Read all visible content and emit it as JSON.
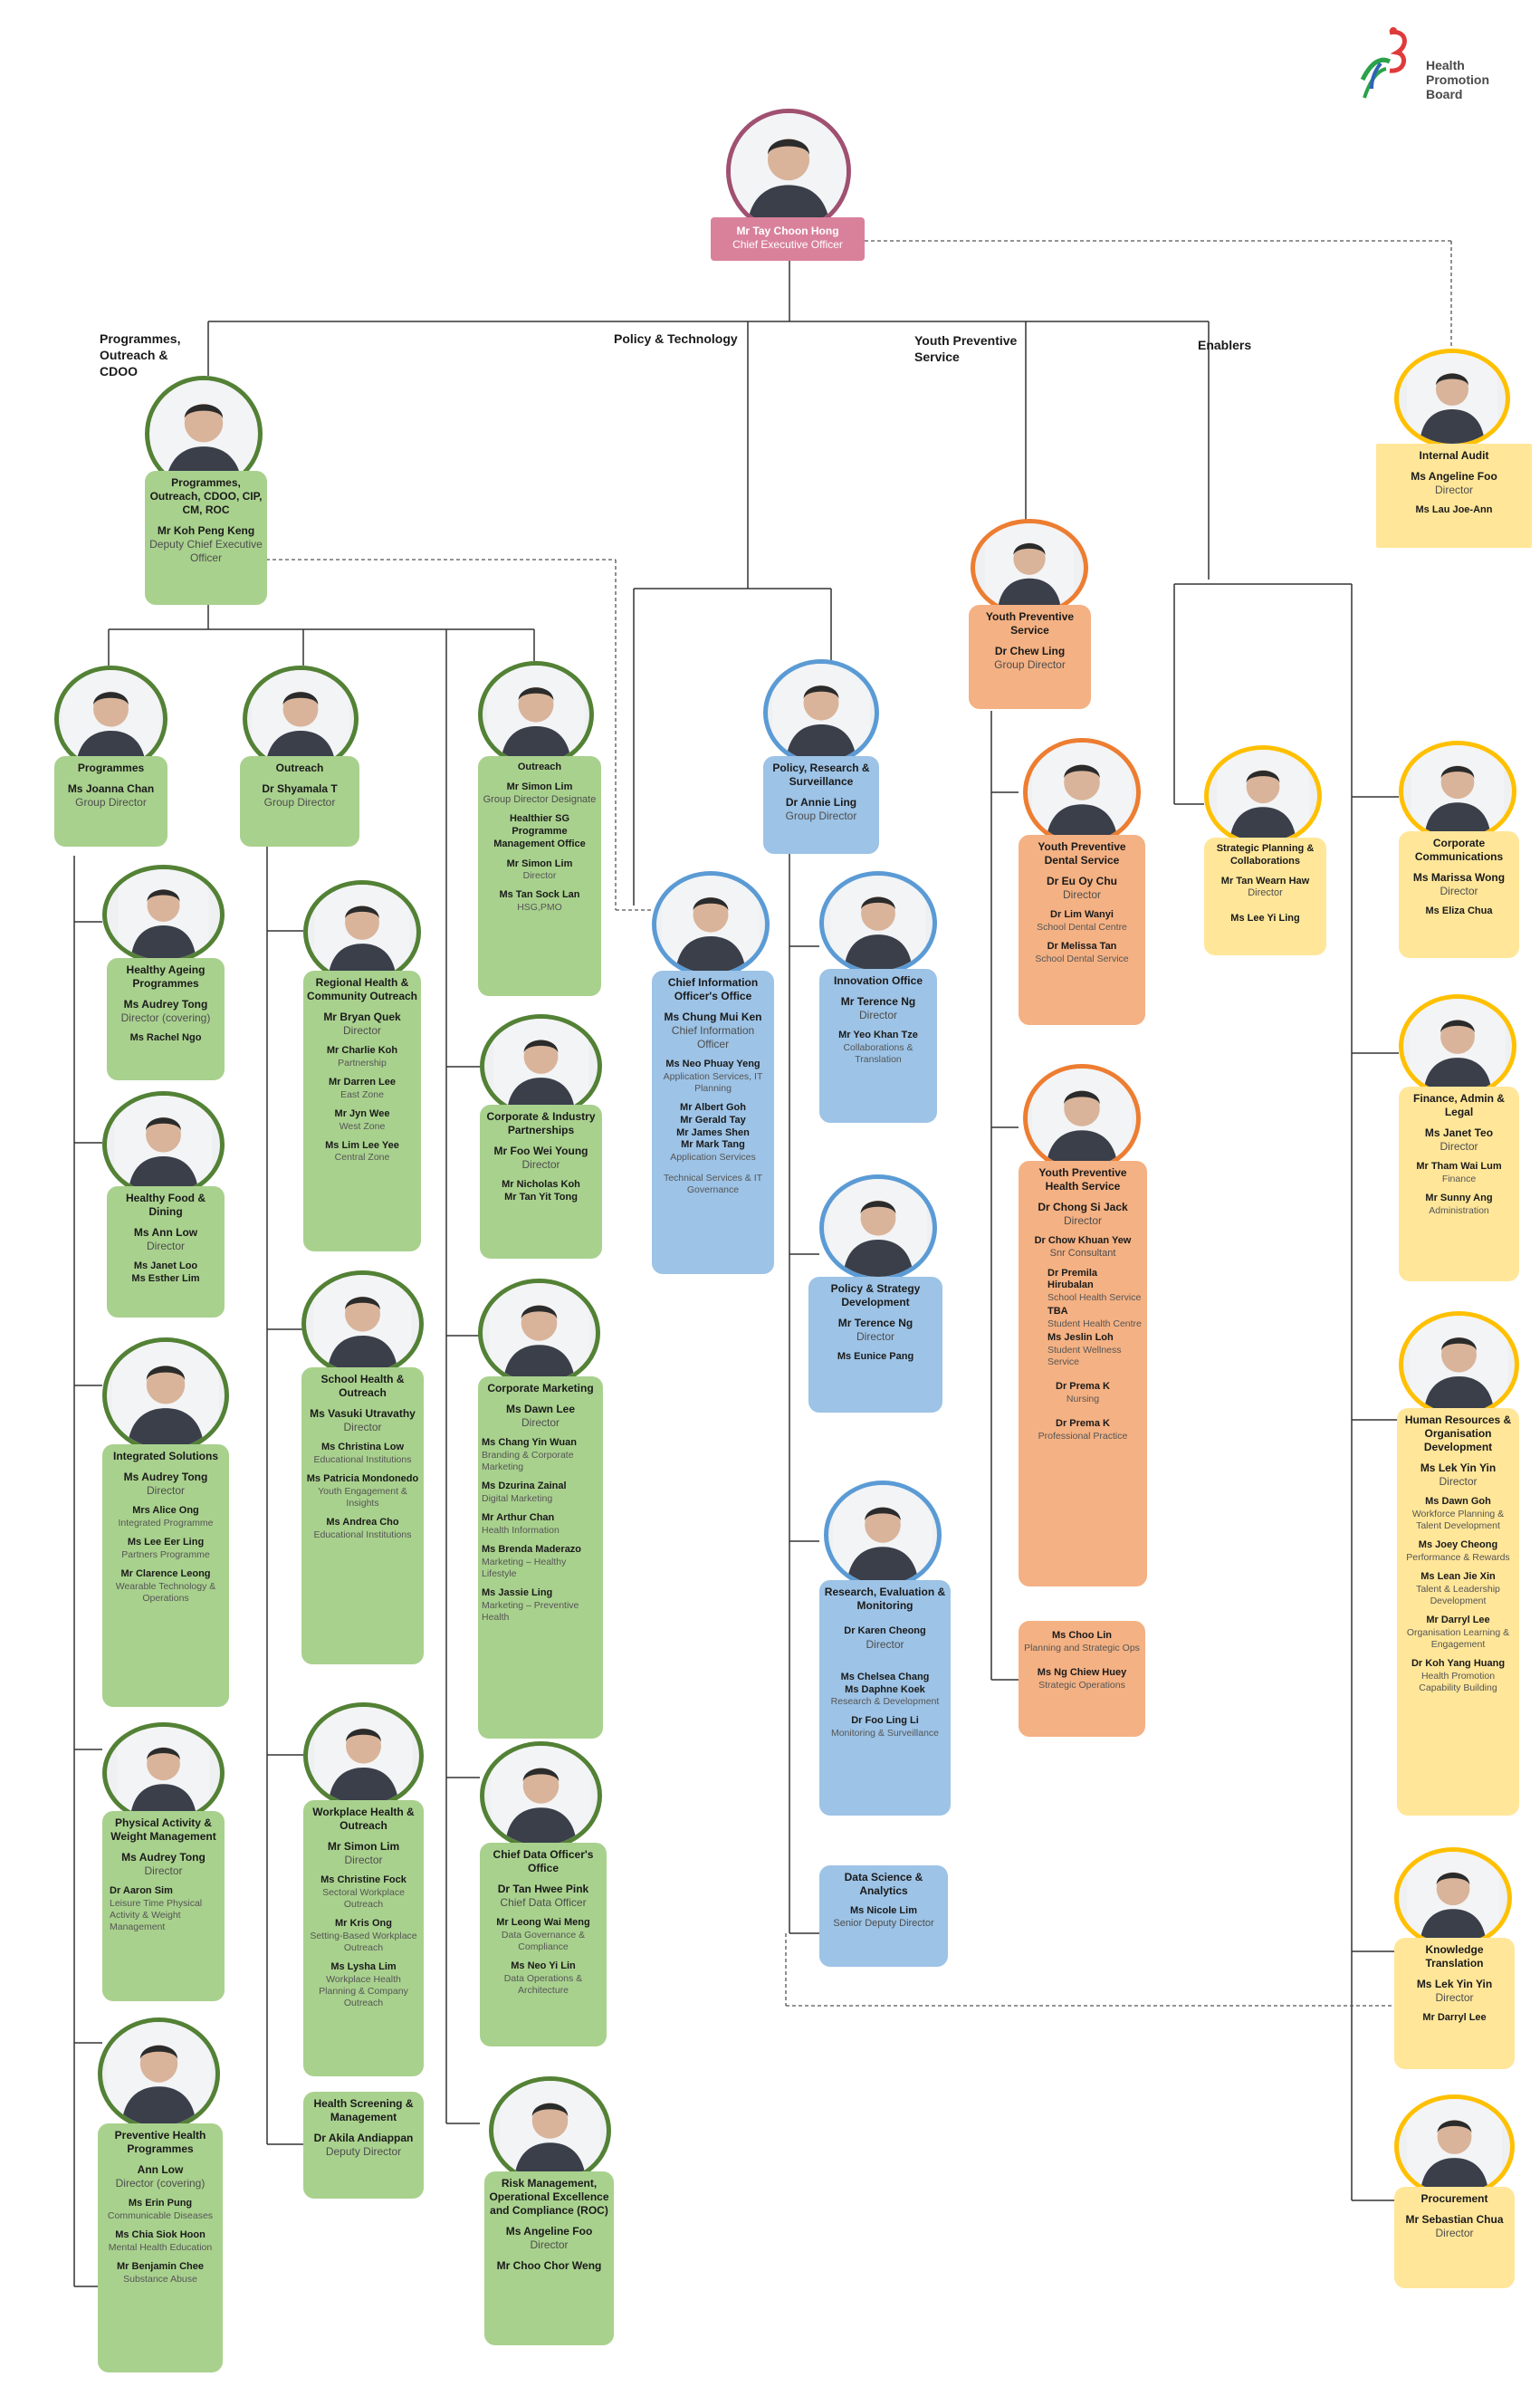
{
  "logo": {
    "line1": "Health",
    "line2": "Promotion",
    "line3": "Board",
    "icon": "hpb-logo-icon"
  },
  "sections": {
    "programmes": "Programmes, Outreach & CDOO",
    "policy": "Policy & Technology",
    "youth": "Youth Preventive Service",
    "enablers": "Enablers"
  },
  "ceo": {
    "name": "Mr Tay Choon Hong",
    "role": "Chief Executive Officer"
  },
  "audit": {
    "title": "Internal Audit",
    "name": "Ms Angeline Foo",
    "role": "Director",
    "sub1": "Ms Lau Joe-Ann"
  },
  "dceo": {
    "title": "Programmes, Outreach, CDOO, CIP, CM, ROC",
    "name": "Mr Koh Peng Keng",
    "role": "Deputy Chief Executive Officer"
  },
  "programmes": {
    "title": "Programmes",
    "name": "Ms Joanna Chan",
    "role": "Group Director"
  },
  "outreach": {
    "title": "Outreach",
    "name": "Dr Shyamala T",
    "role": "Group Director"
  },
  "outreach2": {
    "title": "Outreach",
    "name": "Mr Simon Lim",
    "role": "Group Director Designate",
    "sub1": "Healthier SG Programme Management Office",
    "sub2": "Mr Simon Lim",
    "sub2r": "Director",
    "sub3": "Ms Tan Sock Lan",
    "sub3r": "HSG,PMO"
  },
  "ageing": {
    "title": "Healthy Ageing Programmes",
    "name": "Ms Audrey Tong",
    "role": "Director (covering)",
    "sub1": "Ms Rachel Ngo"
  },
  "food": {
    "title": "Healthy Food & Dining",
    "name": "Ms Ann Low",
    "role": "Director",
    "sub1": "Ms Janet Loo",
    "sub2": "Ms Esther Lim"
  },
  "integrated": {
    "title": "Integrated Solutions",
    "name": "Ms Audrey Tong",
    "role": "Director",
    "s1": "Mrs Alice Ong",
    "s1r": "Integrated Programme",
    "s2": "Ms Lee Eer Ling",
    "s2r": "Partners Programme",
    "s3": "Mr Clarence Leong",
    "s3r": "Wearable Technology & Operations"
  },
  "physical": {
    "title": "Physical Activity & Weight Management",
    "name": "Ms Audrey Tong",
    "role": "Director",
    "s1": "Dr Aaron Sim",
    "s1r": "Leisure Time Physical Activity & Weight Management"
  },
  "preventive": {
    "title": "Preventive Health Programmes",
    "name": "Ann Low",
    "role": "Director (covering)",
    "s1": "Ms Erin Pung",
    "s1r": "Communicable Diseases",
    "s2": "Ms Chia Siok Hoon",
    "s2r": "Mental Health Education",
    "s3": "Mr Benjamin Chee",
    "s3r": "Substance Abuse"
  },
  "regional": {
    "title": "Regional Health & Community Outreach",
    "name": "Mr Bryan Quek",
    "role": "Director",
    "s1": "Mr Charlie Koh",
    "s1r": "Partnership",
    "s2": "Mr Darren Lee",
    "s2r": "East Zone",
    "s3": "Mr Jyn Wee",
    "s3r": "West Zone",
    "s4": "Ms Lim Lee Yee",
    "s4r": "Central Zone"
  },
  "school": {
    "title": "School Health & Outreach",
    "name": "Ms Vasuki Utravathy",
    "role": "Director",
    "s1": "Ms Christina Low",
    "s1r": "Educational Institutions",
    "s2": "Ms Patricia Mondonedo",
    "s2r": "Youth Engagement & Insights",
    "s3": "Ms Andrea Cho",
    "s3r": "Educational Institutions"
  },
  "workplace": {
    "title": "Workplace Health & Outreach",
    "name": "Mr Simon Lim",
    "role": "Director",
    "s1": "Ms Christine Fock",
    "s1r": "Sectoral Workplace Outreach",
    "s2": "Mr Kris Ong",
    "s2r": "Setting-Based Workplace Outreach",
    "s3": "Ms Lysha Lim",
    "s3r": "Workplace Health Planning & Company Outreach"
  },
  "screening": {
    "title": "Health Screening & Management",
    "name": "Dr Akila Andiappan",
    "role": "Deputy Director"
  },
  "corpind": {
    "title": "Corporate & Industry Partnerships",
    "name": "Mr Foo Wei Young",
    "role": "Director",
    "s1": "Mr Nicholas Koh",
    "s2": "Mr Tan Yit Tong"
  },
  "corpmkt": {
    "title": "Corporate Marketing",
    "name": "Ms Dawn Lee",
    "role": "Director",
    "s1": "Ms Chang Yin Wuan",
    "s1r": "Branding & Corporate Marketing",
    "s2": "Ms Dzurina Zainal",
    "s2r": "Digital Marketing",
    "s3": "Mr Arthur Chan",
    "s3r": "Health Information",
    "s4": "Ms Brenda Maderazo",
    "s4r": "Marketing – Healthy Lifestyle",
    "s5": "Ms Jassie Ling",
    "s5r": "Marketing – Preventive Health"
  },
  "cdo": {
    "title": "Chief Data Officer's Office",
    "name": "Dr Tan Hwee Pink",
    "role": "Chief Data Officer",
    "s1": "Mr Leong Wai Meng",
    "s1r": "Data Governance & Compliance",
    "s2": "Ms Neo Yi Lin",
    "s2r": "Data Operations & Architecture"
  },
  "roc": {
    "title": "Risk Management, Operational Excellence and Compliance (ROC)",
    "name": "Ms Angeline Foo",
    "role": "Director",
    "s1": "Mr Choo Chor Weng"
  },
  "cio": {
    "title": "Chief Information Officer's Office",
    "name": "Ms Chung Mui Ken",
    "role": "Chief Information Officer",
    "s1": "Ms Neo Phuay Yeng",
    "s1r": "Application Services, IT Planning",
    "s2": "Mr Albert Goh",
    "s3": "Mr Gerald Tay",
    "s4": "Mr James Shen",
    "s5": "Mr Mark Tang",
    "s5r": "Application Services",
    "s6r": "Technical Services & IT Governance"
  },
  "prs": {
    "title": "Policy, Research & Surveillance",
    "name": "Dr Annie Ling",
    "role": "Group Director"
  },
  "innovation": {
    "title": "Innovation Office",
    "name": "Mr Terence Ng",
    "role": "Director",
    "s1": "Mr Yeo Khan Tze",
    "s1r": "Collaborations & Translation"
  },
  "policydev": {
    "title": "Policy & Strategy Development",
    "name": "Mr Terence Ng",
    "role": "Director",
    "s1": "Ms Eunice Pang"
  },
  "research": {
    "title": "Research, Evaluation & Monitoring",
    "name": "Dr Karen Cheong",
    "role": "Director",
    "s1": "Ms Chelsea Chang",
    "s2": "Ms Daphne Koek",
    "s2r": "Research & Development",
    "s3": "Dr Foo Ling Li",
    "s3r": "Monitoring & Surveillance"
  },
  "datasci": {
    "title": "Data Science & Analytics",
    "name": "Ms Nicole Lim",
    "role": "Senior Deputy Director"
  },
  "yps": {
    "title": "Youth Preventive Service",
    "name": "Dr Chew Ling",
    "role": "Group Director"
  },
  "dental": {
    "title": "Youth Preventive Dental Service",
    "name": "Dr Eu Oy Chu",
    "role": "Director",
    "s1": "Dr Lim Wanyi",
    "s1r": "School Dental Centre",
    "s2": "Dr Melissa Tan",
    "s2r": "School Dental Service"
  },
  "yhs": {
    "title": "Youth Preventive Health Service",
    "name": "Dr Chong Si Jack",
    "role": "Director",
    "s1": "Dr Chow Khuan Yew",
    "s1r": "Snr Consultant",
    "s2": "Dr Premila Hirubalan",
    "s2r": "School Health Service",
    "s3": "TBA",
    "s3r": "Student Health Centre",
    "s4": "Ms Jeslin Loh",
    "s4r": "Student Wellness Service",
    "s5": "Dr Prema K",
    "s5r": "Nursing",
    "s6": "Dr Prema K",
    "s6r": "Professional Practice"
  },
  "planops": {
    "s1": "Ms Choo Lin",
    "s1r": "Planning and Strategic Ops",
    "s2": "Ms Ng Chiew Huey",
    "s2r": "Strategic Operations"
  },
  "strategic": {
    "title": "Strategic Planning & Collaborations",
    "name": "Mr Tan Wearn Haw",
    "role": "Director",
    "s1": "Ms Lee Yi Ling"
  },
  "corpcomm": {
    "title": "Corporate Communications",
    "name": "Ms Marissa Wong",
    "role": "Director",
    "s1": "Ms Eliza Chua"
  },
  "finance": {
    "title": "Finance, Admin & Legal",
    "name": "Ms Janet Teo",
    "role": "Director",
    "s1": "Mr Tham Wai Lum",
    "s1r": "Finance",
    "s2": "Mr Sunny Ang",
    "s2r": "Administration"
  },
  "hr": {
    "title": "Human Resources & Organisation Development",
    "name": "Ms Lek Yin Yin",
    "role": "Director",
    "s1": "Ms Dawn Goh",
    "s1r": "Workforce Planning & Talent Development",
    "s2": "Ms Joey Cheong",
    "s2r": "Performance & Rewards",
    "s3": "Ms Lean Jie Xin",
    "s3r": "Talent & Leadership Development",
    "s4": "Mr Darryl Lee",
    "s4r": "Organisation Learning & Engagement",
    "s5": "Dr Koh Yang Huang",
    "s5r": "Health Promotion Capability Building"
  },
  "knowledge": {
    "title": "Knowledge Translation",
    "name": "Ms Lek Yin Yin",
    "role": "Director",
    "s1": "Mr Darryl Lee"
  },
  "procure": {
    "title": "Procurement",
    "name": "Mr Sebastian Chua",
    "role": "Director"
  },
  "colors": {
    "green": "#a9d18e",
    "green_ring": "#538135",
    "blue": "#9dc3e6",
    "blue_ring": "#5b9bd5",
    "orange": "#f4b183",
    "orange_ring": "#ed7d31",
    "yellow": "#ffe699",
    "yellow_ring": "#ffc000",
    "ceo": "#d9819b",
    "ceo_ring": "#a05070"
  }
}
